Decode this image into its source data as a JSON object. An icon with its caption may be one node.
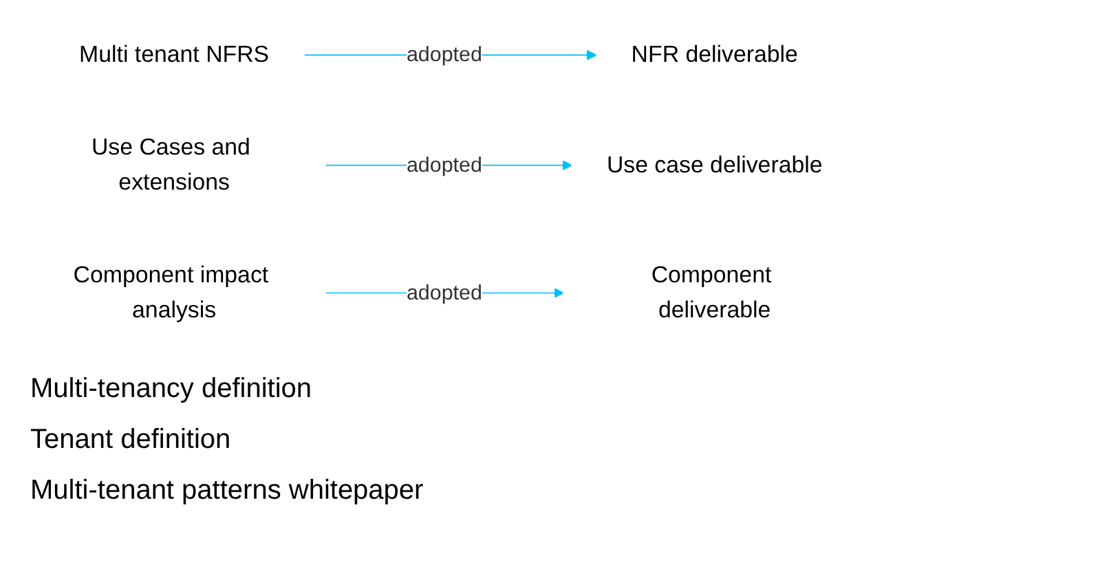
{
  "diagram": {
    "nodes": [
      {
        "text": [
          "Multi tenant NFRS"
        ]
      },
      {
        "text": [
          "NFR deliverable"
        ]
      },
      {
        "text": [
          "Use Cases and extensions"
        ]
      },
      {
        "text": [
          "Use case deliverable"
        ]
      },
      {
        "text": [
          "Component impact analysis"
        ]
      },
      {
        "text": [
          "Component deliverable"
        ]
      }
    ],
    "edges": [
      {
        "from": 0,
        "to": 1,
        "arrow": "to",
        "label": "adopted"
      },
      {
        "from": 2,
        "to": 3,
        "arrow": "to",
        "label": "adopted"
      },
      {
        "from": 4,
        "to": 5,
        "arrow": "to",
        "label": "adopted"
      }
    ],
    "labels": [
      "Multi-tenancy definition",
      "Tenant definition",
      "Multi-tenant patterns whitepaper"
    ]
  }
}
